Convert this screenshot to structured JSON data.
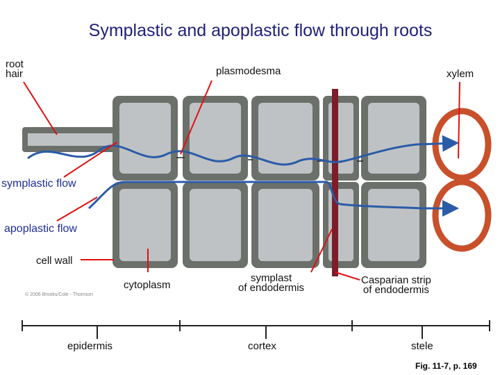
{
  "title": "Symplastic and apoplastic flow through roots",
  "labels": {
    "root_hair": "root\nhair",
    "plasmodesma": "plasmodesma",
    "xylem": "xylem",
    "symplastic_flow": "symplastic flow",
    "apoplastic_flow": "apoplastic flow",
    "cell_wall": "cell wall",
    "cytoplasm": "cytoplasm",
    "symplast_endodermis": "symplast\nof endodermis",
    "casparian_strip": "Casparian strip\nof endodermis"
  },
  "regions": {
    "epidermis": "epidermis",
    "cortex": "cortex",
    "stele": "stele"
  },
  "copyright": "© 2006 Brooks/Cole - Thomson",
  "figure_ref": "Fig. 11-7, p. 169",
  "colors": {
    "title": "#1f1f7a",
    "cell_wall": "#6b706b",
    "cytoplasm": "#bfc2c4",
    "flow_arrow": "#2a5ba8",
    "pointer_line": "#e01010",
    "xylem": "#c8502a",
    "casparian_strip": "#7a1e2a"
  }
}
